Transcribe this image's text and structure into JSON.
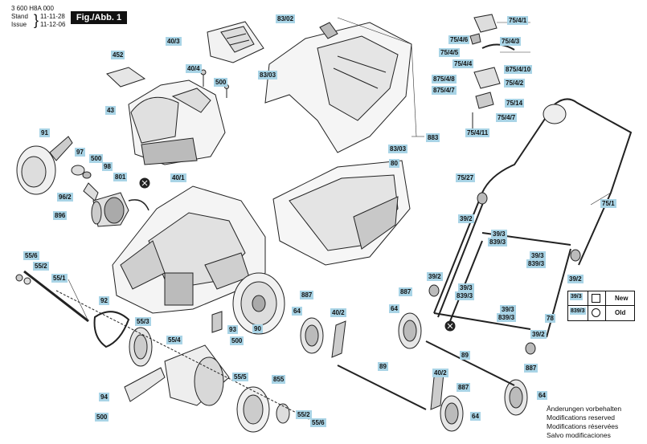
{
  "header": {
    "part_number": "3 600 H8A 000",
    "stand_label": "Stand",
    "issue_label": "Issue",
    "stand_date": "11-11-28",
    "issue_date": "11-12-06",
    "figure_label": "Fig./Abb. 1"
  },
  "callouts": {
    "c_40_3": "40/3",
    "c_452": "452",
    "c_40_4": "40/4",
    "c_500_a": "500",
    "c_43": "43",
    "c_83_02": "83/02",
    "c_83_03_a": "83/03",
    "c_883": "883",
    "c_83_03_b": "83/03",
    "c_80": "80",
    "c_91": "91",
    "c_97": "97",
    "c_500_b": "500",
    "c_98": "98",
    "c_801": "801",
    "c_40_1": "40/1",
    "c_96_2": "96/2",
    "c_896": "896",
    "c_75_4_1": "75/4/1",
    "c_75_4_6": "75/4/6",
    "c_75_4_3": "75/4/3",
    "c_75_4_5": "75/4/5",
    "c_75_4_4": "75/4/4",
    "c_875_4_10": "875/4/10",
    "c_875_4_8": "875/4/8",
    "c_875_4_7": "875/4/7",
    "c_75_4_2": "75/4/2",
    "c_75_14": "75/14",
    "c_75_4_7": "75/4/7",
    "c_75_4_11": "75/4/11",
    "c_75_27": "75/27",
    "c_75_1": "75/1",
    "c_39_2_a": "39/2",
    "c_39_3_a": "39/3",
    "c_839_3_a": "839/3",
    "c_39_3_b": "39/3",
    "c_839_3_b": "839/3",
    "c_39_2_b": "39/2",
    "c_39_2_c": "39/2",
    "c_39_3_c": "39/3",
    "c_839_3_c": "839/3",
    "c_39_3_d": "39/3",
    "c_839_3_d": "839/3",
    "c_78": "78",
    "c_39_2_d": "39/2",
    "c_55_6_a": "55/6",
    "c_55_2_a": "55/2",
    "c_55_1": "55/1",
    "c_92": "92",
    "c_55_3": "55/3",
    "c_55_4": "55/4",
    "c_94": "94",
    "c_500_c": "500",
    "c_55_5": "55/5",
    "c_855": "855",
    "c_55_2_b": "55/2",
    "c_55_6_b": "55/6",
    "c_93": "93",
    "c_500_d": "500",
    "c_90": "90",
    "c_887_a": "887",
    "c_64_a": "64",
    "c_40_2_a": "40/2",
    "c_887_b": "887",
    "c_64_b": "64",
    "c_89_a": "89",
    "c_89_b": "89",
    "c_40_2_b": "40/2",
    "c_887_c": "887",
    "c_64_c": "64",
    "c_887_d": "887",
    "c_64_d": "64"
  },
  "legend": {
    "row1_code": "39/3",
    "row1_label": "New",
    "row2_code": "839/3",
    "row2_label": "Old"
  },
  "notes": {
    "line1": "Änderungen vorbehalten",
    "line2": "Modifications reserved",
    "line3": "Modifications réservées",
    "line4": "Salvo modificaciones"
  }
}
